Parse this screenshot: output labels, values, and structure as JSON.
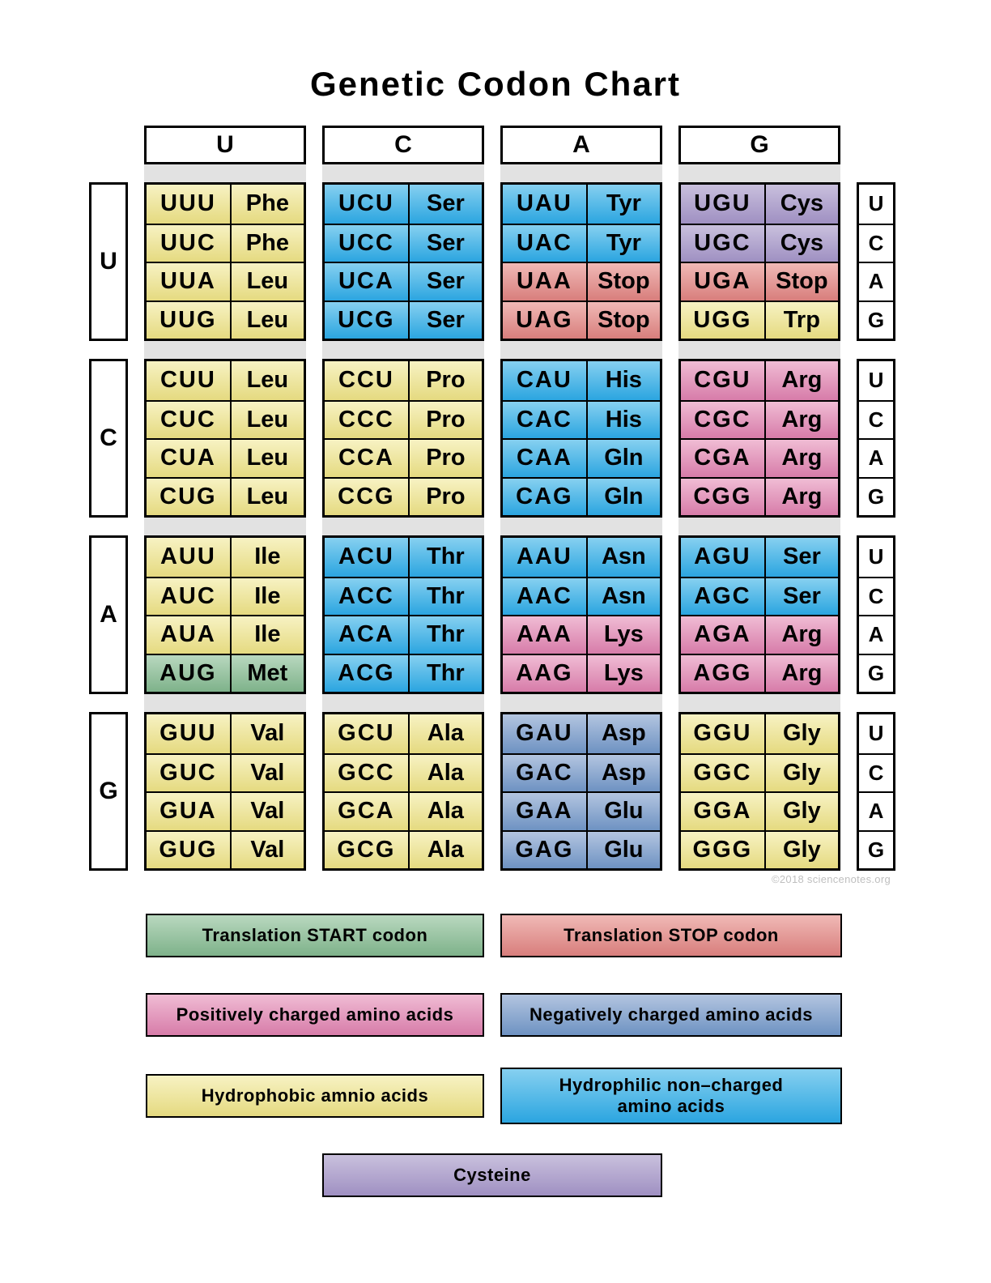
{
  "title": "Genetic Codon Chart",
  "watermark": "©2018 sciencenotes.org",
  "axis": {
    "top": [
      "U",
      "C",
      "A",
      "G"
    ],
    "left": [
      "U",
      "C",
      "A",
      "G"
    ],
    "right": [
      "U",
      "C",
      "A",
      "G"
    ]
  },
  "colors": {
    "hydrophobic": [
      "#f7f2c3",
      "#e5da80"
    ],
    "hydrophilic": [
      "#86d0f0",
      "#2ba5e0"
    ],
    "positive": [
      "#f0bcd4",
      "#d77ca9"
    ],
    "negative": [
      "#b3c5e0",
      "#6e92c2"
    ],
    "start": [
      "#b9d8bf",
      "#7eb28a"
    ],
    "stop": [
      "#f0b9b6",
      "#d87e7c"
    ],
    "cysteine": [
      "#c9c0dd",
      "#9f90c2"
    ]
  },
  "grid": [
    {
      "row_label": "U",
      "blocks": [
        {
          "cells": [
            {
              "codon": "UUU",
              "aa": "Phe",
              "type": "hydrophobic"
            },
            {
              "codon": "UUC",
              "aa": "Phe",
              "type": "hydrophobic"
            },
            {
              "codon": "UUA",
              "aa": "Leu",
              "type": "hydrophobic"
            },
            {
              "codon": "UUG",
              "aa": "Leu",
              "type": "hydrophobic"
            }
          ]
        },
        {
          "cells": [
            {
              "codon": "UCU",
              "aa": "Ser",
              "type": "hydrophilic"
            },
            {
              "codon": "UCC",
              "aa": "Ser",
              "type": "hydrophilic"
            },
            {
              "codon": "UCA",
              "aa": "Ser",
              "type": "hydrophilic"
            },
            {
              "codon": "UCG",
              "aa": "Ser",
              "type": "hydrophilic"
            }
          ]
        },
        {
          "cells": [
            {
              "codon": "UAU",
              "aa": "Tyr",
              "type": "hydrophilic"
            },
            {
              "codon": "UAC",
              "aa": "Tyr",
              "type": "hydrophilic"
            },
            {
              "codon": "UAA",
              "aa": "Stop",
              "type": "stop"
            },
            {
              "codon": "UAG",
              "aa": "Stop",
              "type": "stop"
            }
          ]
        },
        {
          "cells": [
            {
              "codon": "UGU",
              "aa": "Cys",
              "type": "cysteine"
            },
            {
              "codon": "UGC",
              "aa": "Cys",
              "type": "cysteine"
            },
            {
              "codon": "UGA",
              "aa": "Stop",
              "type": "stop"
            },
            {
              "codon": "UGG",
              "aa": "Trp",
              "type": "hydrophobic"
            }
          ]
        }
      ]
    },
    {
      "row_label": "C",
      "blocks": [
        {
          "cells": [
            {
              "codon": "CUU",
              "aa": "Leu",
              "type": "hydrophobic"
            },
            {
              "codon": "CUC",
              "aa": "Leu",
              "type": "hydrophobic"
            },
            {
              "codon": "CUA",
              "aa": "Leu",
              "type": "hydrophobic"
            },
            {
              "codon": "CUG",
              "aa": "Leu",
              "type": "hydrophobic"
            }
          ]
        },
        {
          "cells": [
            {
              "codon": "CCU",
              "aa": "Pro",
              "type": "hydrophobic"
            },
            {
              "codon": "CCC",
              "aa": "Pro",
              "type": "hydrophobic"
            },
            {
              "codon": "CCA",
              "aa": "Pro",
              "type": "hydrophobic"
            },
            {
              "codon": "CCG",
              "aa": "Pro",
              "type": "hydrophobic"
            }
          ]
        },
        {
          "cells": [
            {
              "codon": "CAU",
              "aa": "His",
              "type": "hydrophilic"
            },
            {
              "codon": "CAC",
              "aa": "His",
              "type": "hydrophilic"
            },
            {
              "codon": "CAA",
              "aa": "Gln",
              "type": "hydrophilic"
            },
            {
              "codon": "CAG",
              "aa": "Gln",
              "type": "hydrophilic"
            }
          ]
        },
        {
          "cells": [
            {
              "codon": "CGU",
              "aa": "Arg",
              "type": "positive"
            },
            {
              "codon": "CGC",
              "aa": "Arg",
              "type": "positive"
            },
            {
              "codon": "CGA",
              "aa": "Arg",
              "type": "positive"
            },
            {
              "codon": "CGG",
              "aa": "Arg",
              "type": "positive"
            }
          ]
        }
      ]
    },
    {
      "row_label": "A",
      "blocks": [
        {
          "cells": [
            {
              "codon": "AUU",
              "aa": "Ile",
              "type": "hydrophobic"
            },
            {
              "codon": "AUC",
              "aa": "Ile",
              "type": "hydrophobic"
            },
            {
              "codon": "AUA",
              "aa": "Ile",
              "type": "hydrophobic"
            },
            {
              "codon": "AUG",
              "aa": "Met",
              "type": "start"
            }
          ]
        },
        {
          "cells": [
            {
              "codon": "ACU",
              "aa": "Thr",
              "type": "hydrophilic"
            },
            {
              "codon": "ACC",
              "aa": "Thr",
              "type": "hydrophilic"
            },
            {
              "codon": "ACA",
              "aa": "Thr",
              "type": "hydrophilic"
            },
            {
              "codon": "ACG",
              "aa": "Thr",
              "type": "hydrophilic"
            }
          ]
        },
        {
          "cells": [
            {
              "codon": "AAU",
              "aa": "Asn",
              "type": "hydrophilic"
            },
            {
              "codon": "AAC",
              "aa": "Asn",
              "type": "hydrophilic"
            },
            {
              "codon": "AAA",
              "aa": "Lys",
              "type": "positive"
            },
            {
              "codon": "AAG",
              "aa": "Lys",
              "type": "positive"
            }
          ]
        },
        {
          "cells": [
            {
              "codon": "AGU",
              "aa": "Ser",
              "type": "hydrophilic"
            },
            {
              "codon": "AGC",
              "aa": "Ser",
              "type": "hydrophilic"
            },
            {
              "codon": "AGA",
              "aa": "Arg",
              "type": "positive"
            },
            {
              "codon": "AGG",
              "aa": "Arg",
              "type": "positive"
            }
          ]
        }
      ]
    },
    {
      "row_label": "G",
      "blocks": [
        {
          "cells": [
            {
              "codon": "GUU",
              "aa": "Val",
              "type": "hydrophobic"
            },
            {
              "codon": "GUC",
              "aa": "Val",
              "type": "hydrophobic"
            },
            {
              "codon": "GUA",
              "aa": "Val",
              "type": "hydrophobic"
            },
            {
              "codon": "GUG",
              "aa": "Val",
              "type": "hydrophobic"
            }
          ]
        },
        {
          "cells": [
            {
              "codon": "GCU",
              "aa": "Ala",
              "type": "hydrophobic"
            },
            {
              "codon": "GCC",
              "aa": "Ala",
              "type": "hydrophobic"
            },
            {
              "codon": "GCA",
              "aa": "Ala",
              "type": "hydrophobic"
            },
            {
              "codon": "GCG",
              "aa": "Ala",
              "type": "hydrophobic"
            }
          ]
        },
        {
          "cells": [
            {
              "codon": "GAU",
              "aa": "Asp",
              "type": "negative"
            },
            {
              "codon": "GAC",
              "aa": "Asp",
              "type": "negative"
            },
            {
              "codon": "GAA",
              "aa": "Glu",
              "type": "negative"
            },
            {
              "codon": "GAG",
              "aa": "Glu",
              "type": "negative"
            }
          ]
        },
        {
          "cells": [
            {
              "codon": "GGU",
              "aa": "Gly",
              "type": "hydrophobic"
            },
            {
              "codon": "GGC",
              "aa": "Gly",
              "type": "hydrophobic"
            },
            {
              "codon": "GGA",
              "aa": "Gly",
              "type": "hydrophobic"
            },
            {
              "codon": "GGG",
              "aa": "Gly",
              "type": "hydrophobic"
            }
          ]
        }
      ]
    }
  ],
  "legend": [
    {
      "label": "Translation START codon",
      "type": "start"
    },
    {
      "label": "Translation STOP codon",
      "type": "stop"
    },
    {
      "label": "Positively charged amino acids",
      "type": "positive"
    },
    {
      "label": "Negatively charged amino acids",
      "type": "negative"
    },
    {
      "label": "Hydrophobic amnio acids",
      "type": "hydrophobic"
    },
    {
      "label": "Hydrophilic non–charged amino acids",
      "type": "hydrophilic"
    },
    {
      "label": "Cysteine",
      "type": "cysteine"
    }
  ]
}
